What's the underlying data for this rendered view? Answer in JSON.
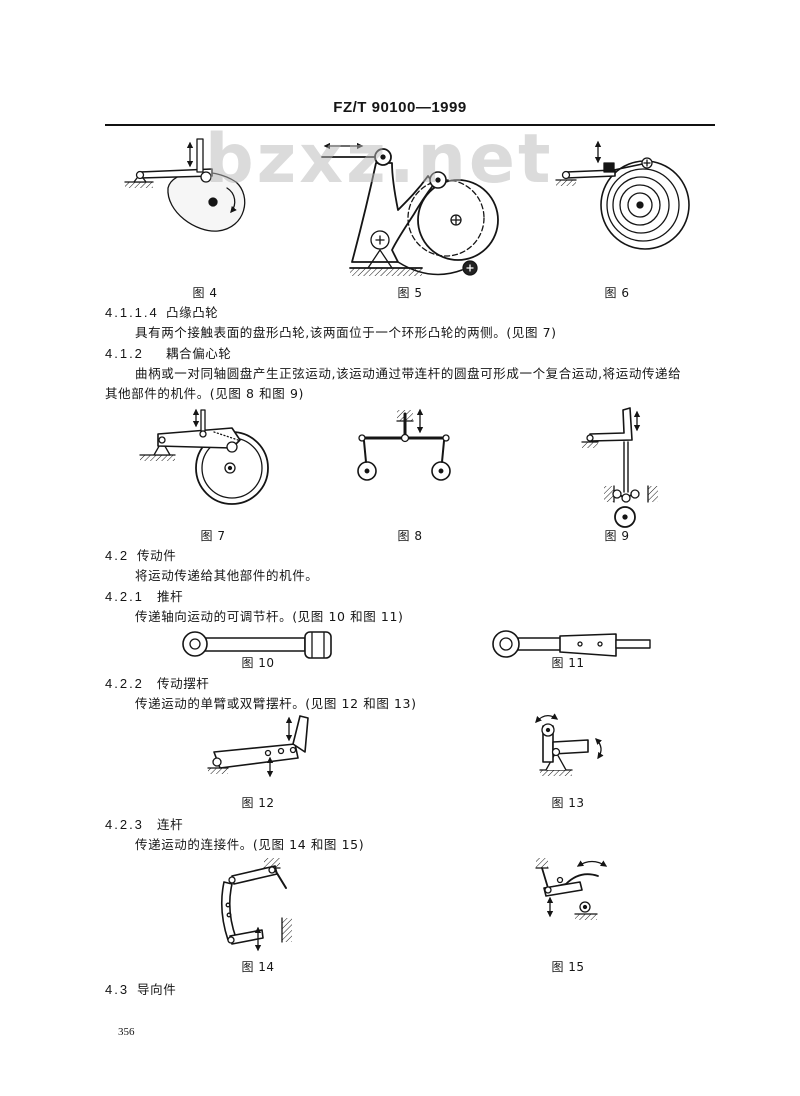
{
  "header": {
    "code": "FZ/T 90100—1999"
  },
  "watermark": "bzxz.net",
  "captions": {
    "fig4": "图 4",
    "fig5": "图 5",
    "fig6": "图 6",
    "fig7": "图 7",
    "fig8": "图 8",
    "fig9": "图 9",
    "fig10": "图 10",
    "fig11": "图 11",
    "fig12": "图 12",
    "fig13": "图 13",
    "fig14": "图 14",
    "fig15": "图 15"
  },
  "sections": {
    "s4114": {
      "number": "4.1.1.4",
      "title": "凸缘凸轮",
      "text": "具有两个接触表面的盘形凸轮,该两面位于一个环形凸轮的两侧。(见图 7)"
    },
    "s412": {
      "number": "4.1.2",
      "title": "耦合偏心轮",
      "text": [
        "曲柄或一对同轴圆盘产生正弦运动,该运动通过带连杆的圆盘可形成一个复合运动,将运动传递给",
        "其他部件的机件。(见图 8 和图 9)"
      ]
    },
    "s42": {
      "number": "4.2",
      "title": "传动件",
      "text": "将运动传递给其他部件的机件。"
    },
    "s421": {
      "number": "4.2.1",
      "title": "推杆",
      "text": "传递轴向运动的可调节杆。(见图 10 和图 11)"
    },
    "s422": {
      "number": "4.2.2",
      "title": "传动摆杆",
      "text": "传递运动的单臂或双臂摆杆。(见图 12 和图 13)"
    },
    "s423": {
      "number": "4.2.3",
      "title": "连杆",
      "text": "传递运动的连接件。(见图 14 和图 15)"
    },
    "s43": {
      "number": "4.3",
      "title": "导向件"
    }
  },
  "footer": {
    "page_number": "356"
  }
}
